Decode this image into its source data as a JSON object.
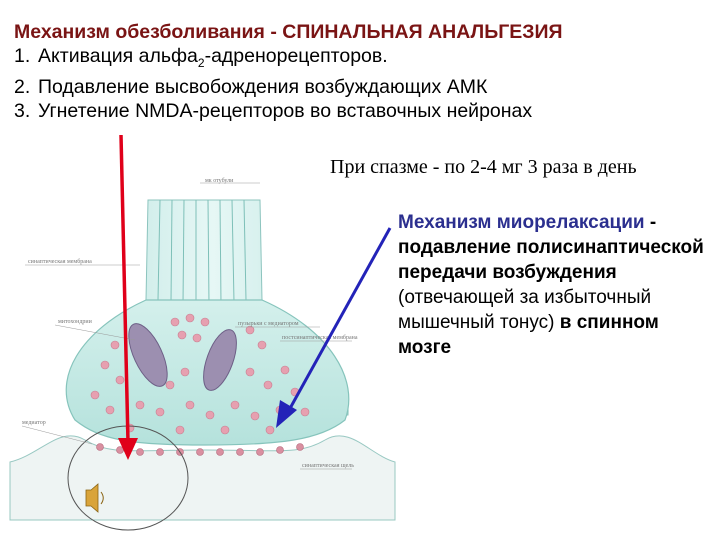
{
  "header": {
    "title": "Механизм обезболивания - СПИНАЛЬНАЯ АНАЛЬГЕЗИЯ",
    "items": [
      {
        "num": "1.",
        "pre": "Активация альфа",
        "sub": "2",
        "post": "-адренорецепторов."
      },
      {
        "num": "2.",
        "text": "Подавление высвобождения возбуждающих АМК"
      },
      {
        "num": "3.",
        "text": "Угнетение NMDA-рецепторов во вставочных нейронах"
      }
    ]
  },
  "dose": "При спазме - по 2-4 мг 3 раза в день",
  "mechanism": {
    "heading": "Механизм миорелаксации",
    "part1": " - подавление полисинаптической передачи возбуждения",
    "part2": " (отвечающей за избыточный мышечный тонус) ",
    "part3": "в спинном мозге"
  },
  "diagram_labels": {
    "microtubules": "мк отубули",
    "membrane": "синаптическая мембрана",
    "mitochondria": "митохондрии",
    "vesicles": "пузырьки с медиатором",
    "postsynaptic": "постсинаптическая мембрана",
    "mediator": "медиатор",
    "cleft": "синаптическая щель"
  },
  "colors": {
    "title": "#7a1414",
    "accent": "#2b2f8f",
    "arrow_red": "#e0001a",
    "arrow_blue": "#2323b8",
    "terminal_fill": "#cfeee8",
    "vesicle": "#e6a0b0",
    "mitochondria": "#9c8fb0"
  },
  "icons": {
    "sound": "speaker-icon"
  }
}
